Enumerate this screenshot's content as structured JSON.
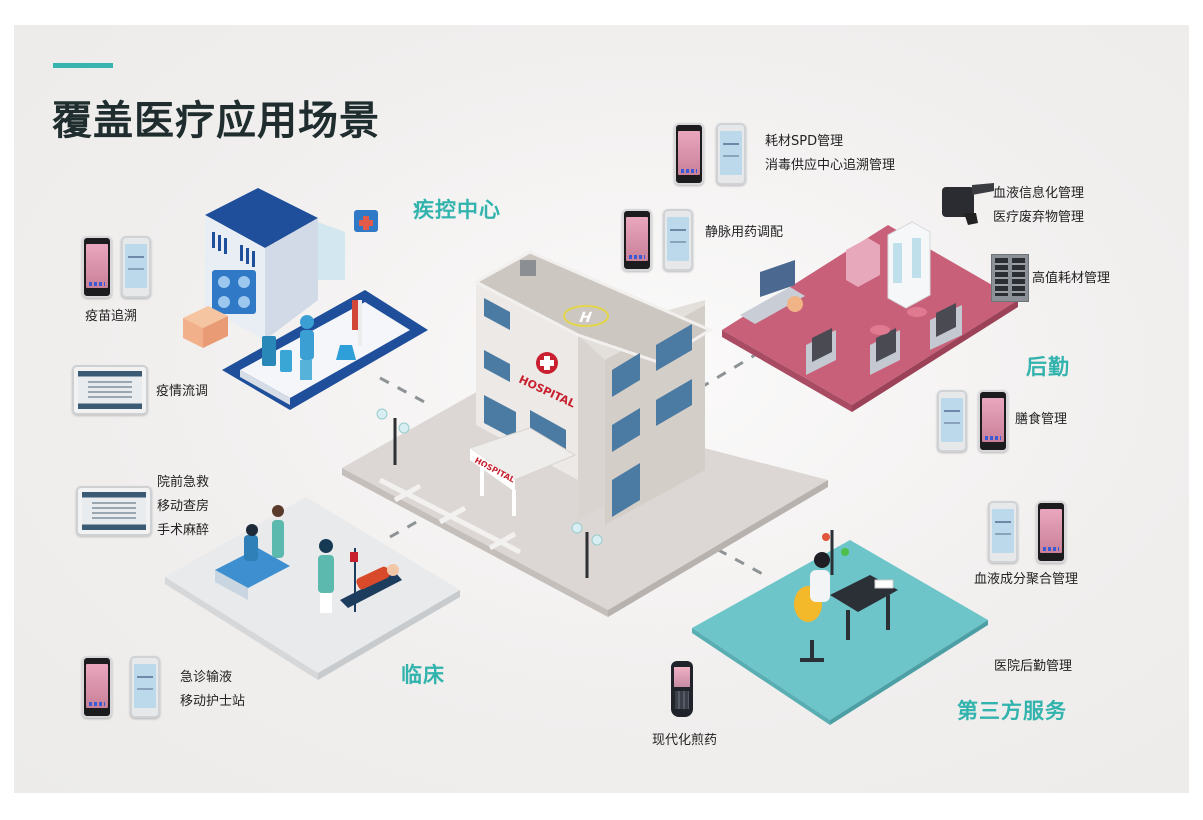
{
  "title": "覆盖医疗应用场景",
  "colors": {
    "accent": "#37b3b0",
    "title": "#1f2d2e",
    "section_label": "#33b3ad",
    "cdc_platform": "#1f4e9a",
    "logistics_floor": "#c8607a",
    "clinical_floor": "#e9eaeb",
    "third_party_floor": "#6dc5c9",
    "hospital_sign": "#c8202e"
  },
  "center": {
    "name": "hospital-building",
    "signs": [
      "HOSPITAL",
      "HOSPITAL"
    ],
    "helipad": "H"
  },
  "sections": {
    "cdc": {
      "label": "疾控中心",
      "items": [
        {
          "device": "android-phone-pair",
          "labels": [
            "疫苗追溯"
          ]
        },
        {
          "device": "tablet",
          "labels": [
            "疫情流调"
          ]
        }
      ]
    },
    "clinical": {
      "label": "临床",
      "items": [
        {
          "device": "tablet",
          "labels": [
            "院前急救",
            "移动查房",
            "手术麻醉"
          ]
        },
        {
          "device": "android-phone-pair",
          "labels": [
            "急诊输液",
            "移动护士站"
          ]
        }
      ]
    },
    "logistics": {
      "label": "后勤",
      "items": [
        {
          "device": "android-phone-pair",
          "labels": [
            "耗材SPD管理",
            "消毒供应中心追溯管理"
          ]
        },
        {
          "device": "android-phone-pair",
          "labels": [
            "静脉用药调配"
          ]
        },
        {
          "device": "rfid-gun",
          "labels": [
            "血液信息化管理",
            "医疗废弃物管理"
          ]
        },
        {
          "device": "smart-cabinet",
          "labels": [
            "高值耗材管理"
          ]
        },
        {
          "device": "android-phone-pair",
          "labels": [
            "膳食管理"
          ]
        }
      ]
    },
    "third_party": {
      "label": "第三方服务",
      "items": [
        {
          "device": "android-phone-pair",
          "labels": [
            "血液成分聚合管理"
          ]
        },
        {
          "device": "none",
          "labels": [
            "医院后勤管理"
          ]
        },
        {
          "device": "handheld-scanner",
          "labels": [
            "现代化煎药"
          ]
        }
      ]
    }
  }
}
